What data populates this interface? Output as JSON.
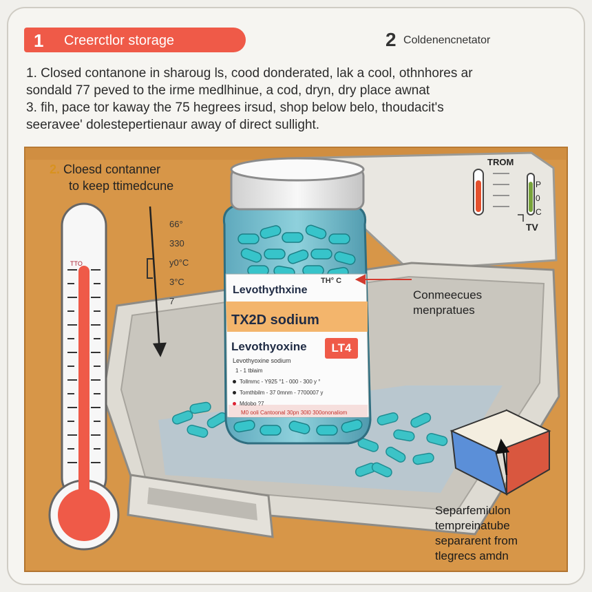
{
  "header": {
    "step1_number": "1",
    "step1_title": "Creerctlor storage",
    "step2_number": "2",
    "step2_title": "Coldenencnetator"
  },
  "instructions": [
    "1. Closed contanone in sharoug ls, cood donderated, lak a cool, othnhores ar",
    "sondald 77  peved to the irme medlhinue, a cod, dryn, dry place awnat",
    "3. fih, pace tor kaway the 75 hegrees irsud, shop below belo, thoudacit's",
    "seeravee' dolestepertienaur away of direct sullight."
  ],
  "side_label": {
    "number": "2.",
    "line1": "Cloesd contanner",
    "line2": "to keep ttimedcune"
  },
  "thermometer": {
    "marks": [
      "66°",
      "330",
      "y0°C",
      "3°C",
      "7"
    ],
    "tube_label": "TTO"
  },
  "gauge": {
    "top": "TROM",
    "letters": [
      "P",
      "0",
      "C"
    ],
    "unit": "TV"
  },
  "bottle_label": {
    "title": "Levothythxine",
    "temp_tag": "TH° C",
    "band": "TX2D sodium",
    "brand": "Levothyoxine",
    "badge": "LT4",
    "sub": "Levothyoxine sodium",
    "small": "1 - 1 tblaim",
    "rows": [
      "Tollmmc - Y925 °1 - 000 - 300 y °",
      "Tomthbilm - 37 0mnm - 7700007 y",
      "Mdobo ?7"
    ],
    "footer": "M0 ooli Cantoonal 30pn 30l0 300ononaliom"
  },
  "callout_right": {
    "line1": "Conmeecues",
    "line2": "menpratues"
  },
  "callout_bottom": {
    "line1": "Separfemiulon",
    "line2": "tempreinatube",
    "line3": "separarent from",
    "line4": "tlegrecs amdn"
  },
  "colors": {
    "accent": "#ef5a48",
    "counter": "#d79648",
    "pill": "#3cc3c7",
    "bottle_cap": "#eeeeee",
    "tray": "#e6e3dc"
  }
}
